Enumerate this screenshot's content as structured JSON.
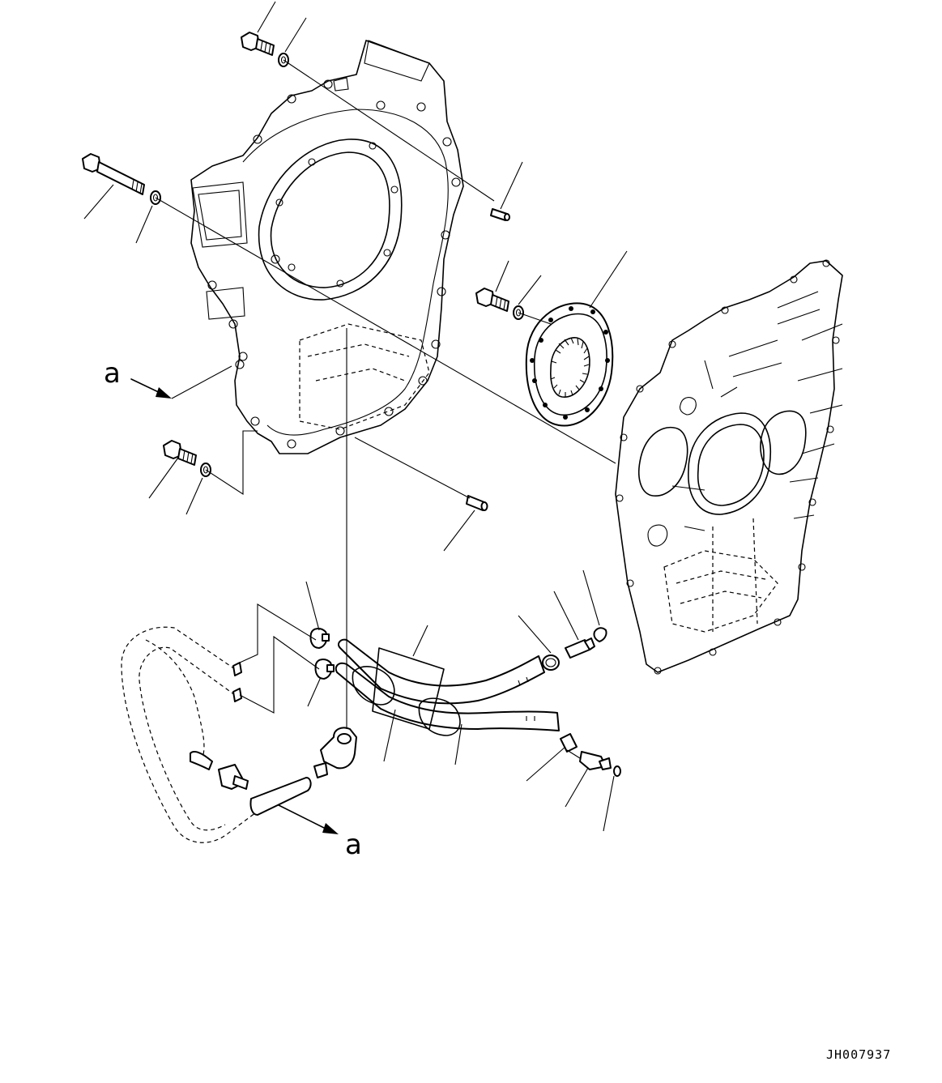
{
  "view_label_top": "a",
  "view_label_bottom": "a",
  "drawing_code": "JH007937"
}
